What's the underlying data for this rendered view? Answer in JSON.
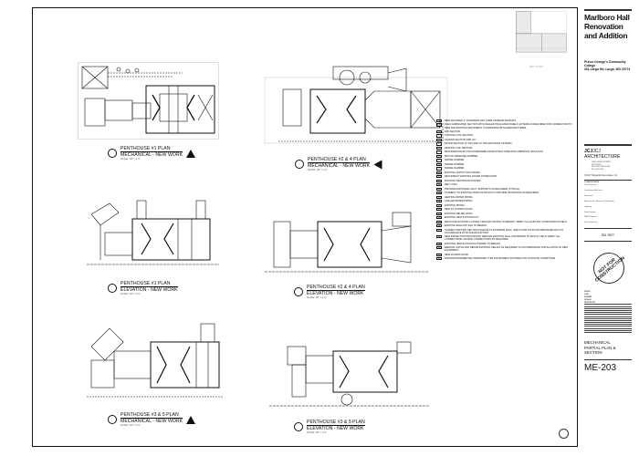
{
  "sheet": {
    "project_title": "Marlboro Hall Renovation and Addition",
    "client": "Prince George's Community College",
    "address": "301 Largo Rd, Largo, MD 20774",
    "architect": "JCJ ARCHITECTURE",
    "architect_lines": [
      "1000 STATE STREET",
      "SUITE 300",
      "BOSTON, MA 02109",
      "617.555.0000"
    ],
    "copyright": "©2017 Margolis Associates, Inc.",
    "consultants_heading": "CONSULTANTS",
    "consultants": [
      "Civil Engineer",
      "Landscape Architect",
      "Structural",
      "Mechanical / Electrical / Plumbing",
      "Lighting",
      "Food Service",
      "MEP Engineer",
      "Fire Protection"
    ],
    "set_label": "SD SET",
    "stamp": "NOT FOR CONSTRUCTION",
    "date_label": "ISSUE",
    "date_value": "",
    "job_label": "JOB",
    "job_value": "",
    "drawn_label": "DRAWN",
    "drawn_value": "",
    "scale_label": "SCALE",
    "scale_value": "",
    "revisions_label": "REVISIONS",
    "sheet_title": "MECHANICAL PARTIAL PLAN & SECTION",
    "sheet_number": "ME-203",
    "key_plan_label": "KEY PLAN"
  },
  "drawings": [
    {
      "line1": "PENTHOUSE #1 PLAN",
      "line2": "MECHANICAL - NEW WORK",
      "scale": "SCALE: 1/8\" = 1'-0\""
    },
    {
      "line1": "PENTHOUSE #2 & 4 PLAN",
      "line2": "MECHANICAL - NEW WORK",
      "scale": "SCALE: 1/8\" = 1'-0\""
    },
    {
      "line1": "PENTHOUSE #1 PLAN",
      "line2": "ELEVATION - NEW WORK",
      "scale": "SCALE: 1/8\" = 1'-0\""
    },
    {
      "line1": "PENTHOUSE #2 & 4 PLAN",
      "line2": "ELEVATION - NEW WORK",
      "scale": "SCALE: 1/8\" = 1'-0\""
    },
    {
      "line1": "PENTHOUSE #3 & 5 PLAN",
      "line2": "MECHANICAL - NEW WORK",
      "scale": "SCALE: 1/8\" = 1'-0\""
    },
    {
      "line1": "PENTHOUSE #3 & 5 PLAN",
      "line2": "ELEVATION - NEW WORK",
      "scale": "SCALE: 1/8\" = 1'-0\""
    }
  ],
  "notes": [
    "NEW MOUNTED 4\" CONCRETE PAD CURB OR BEAM SUPPORT.",
    "FIELD FABRICATED SECTION WITH SEALED INSULATED PANELS; EXTEND AS REQUIRED FOR CONNECTION TO NEW AND EXISTING EQUIPMENT. COORDINATE WITH MANUFACTURER.",
    "FAN SECTION.",
    "COOLING COIL SECTION.",
    "ACCESS SECTION (MIN 24\").",
    "FILTER SECTION (2\" 30% AND 12\" 95% EFFICIENT FILTERS).",
    "HEATING COIL SECTION.",
    "RETURN/EXHAUST FAN SUSPENDED FROM STRUCTURE WITH VIBRATION ISOLATION.",
    "MOTOR OPERATED DAMPER.",
    "SMOKE DAMPER.",
    "SMOKE DAMPER.",
    "SMOKE DAMPER.",
    "EXISTING SUPPLY DUCTWORK.",
    "RECONNECT EXISTING SOUND ATTENUATOR.",
    "EXISTING RETURN DUCTWORK.",
    "WET LOAD.",
    "PROVIDE ADDITIONAL DUCT SUPPORTS AS REQUIRED (TYPICAL).",
    "CONNECT TO EXISTING VENTILATION DUCT; PROVIDE TRANSITION AS REQUIRED.",
    "HEATING WATER PIPING.",
    "CHILLED WATER PIPING.",
    "EXISTING PIPING.",
    "NEW 24\" ACCESS DOOR.",
    "EXISTING RELIEF HOOD.",
    "EXISTING VENTILATION DUCT.",
    "RELOCATE EXISTING LOUVER; ORIGINAL INTAKE TO REMAIN. VERIFY ALL EXISTING CONDITIONS IN FIELD.",
    "EXISTING EXHAUST FAN TO REMAIN.",
    "CONNECT RETURN SECTION PLENUM TO EXTERIOR WALL; SEE FLOOR PLAN FOR PRESSURE DUCT IN ACCORDANCE WITH SPECIFICATIONS.",
    "NEW INSPECTION PROVISIONS; REMOVE EXISTING WALL AND REPAIR TO MATCH. FIELD VERIFY ALL CONNECTIONS; EXTEND CONNECTIONS AS REQUIRED.",
    "EXISTING VENTILATION DUCTWORK TO REMAIN.",
    "REMOVE, PATCH AND REPAIR EXISTING CEILING AS REQUIRED TO ACCOMMODATE INSTALLATION OF NEW EQUIPMENT.",
    "NEW ACCESS DOOR.",
    "PROVIDE DIFFERENTIAL PRESSURE TYPE INSTRUMENT SUITABLE FOR OUTDOOR CONDITIONS."
  ]
}
